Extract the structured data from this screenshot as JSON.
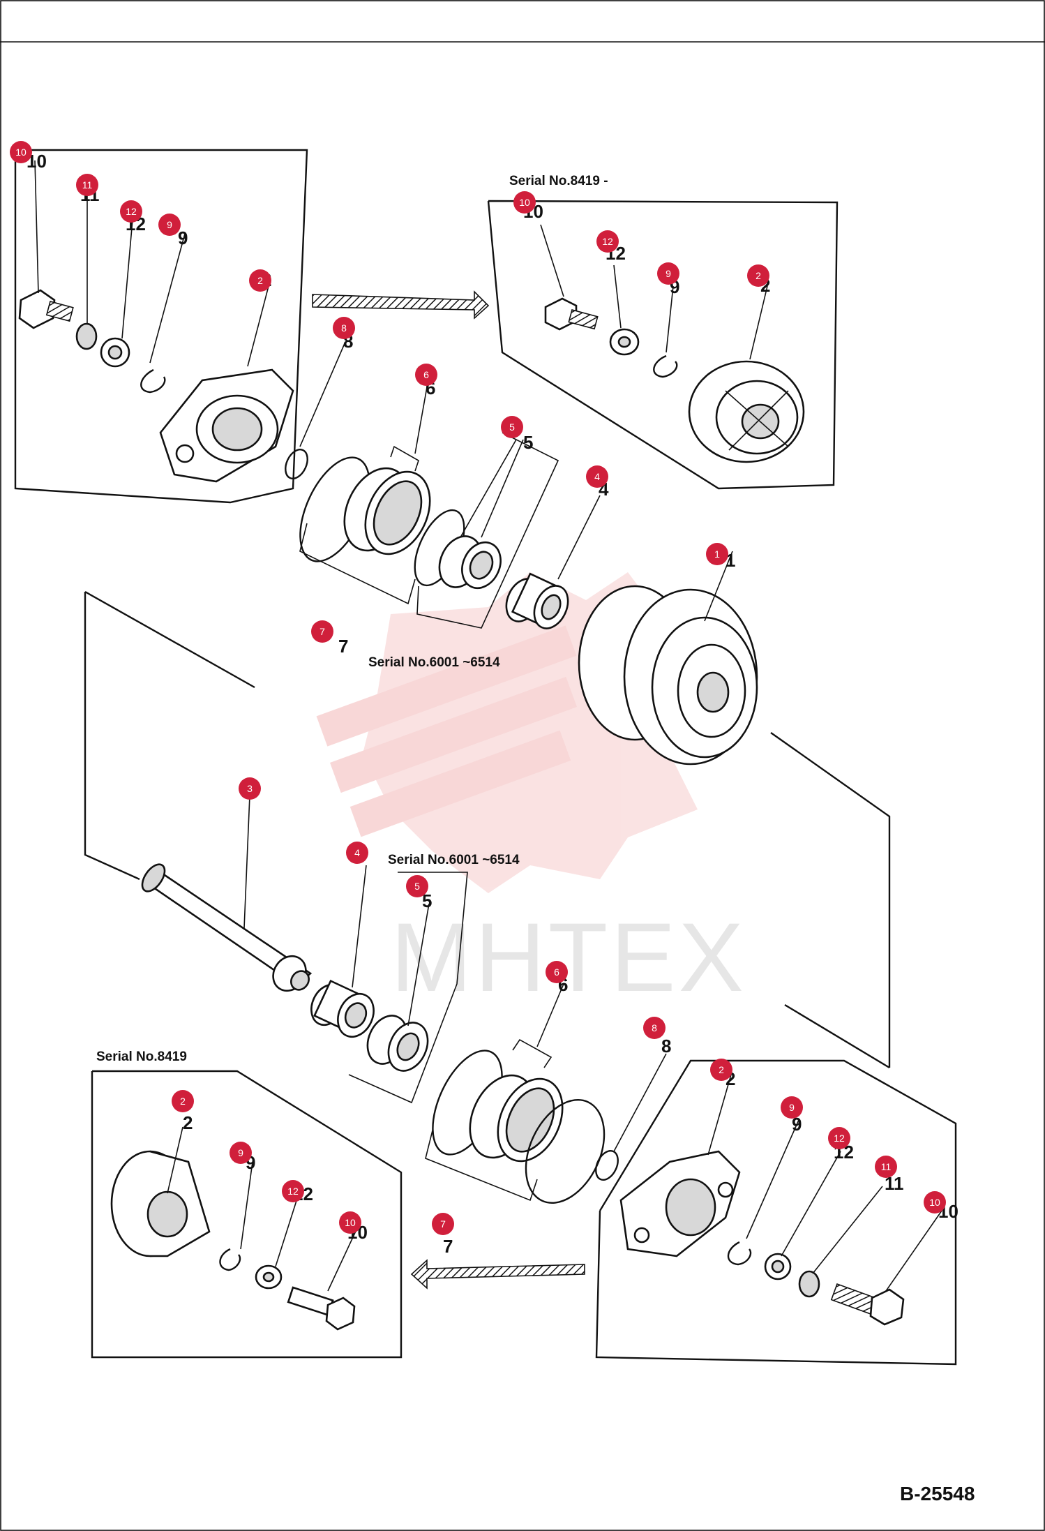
{
  "document": {
    "id": "B-25548",
    "watermark": "MHTEX"
  },
  "serial_labels": {
    "top_right_box": "Serial No.8419 -",
    "middle_left": "Serial No.6001 ~6514",
    "middle_center": "Serial No.6001 ~6514",
    "bottom_left_box": "Serial No.8419"
  },
  "callouts": [
    {
      "id": "c10a",
      "label": "10"
    },
    {
      "id": "c11a",
      "label": "11"
    },
    {
      "id": "c12a",
      "label": "12"
    },
    {
      "id": "c9a",
      "label": "9"
    },
    {
      "id": "c2a",
      "label": "2"
    },
    {
      "id": "c8a",
      "label": "8"
    },
    {
      "id": "c6a",
      "label": "6"
    },
    {
      "id": "c5a",
      "label": "5"
    },
    {
      "id": "c4a",
      "label": "4"
    },
    {
      "id": "c1",
      "label": "1"
    },
    {
      "id": "c7a",
      "label": "7"
    },
    {
      "id": "c10b",
      "label": "10"
    },
    {
      "id": "c12b",
      "label": "12"
    },
    {
      "id": "c9b",
      "label": "9"
    },
    {
      "id": "c2b",
      "label": "2"
    },
    {
      "id": "c3",
      "label": "3"
    },
    {
      "id": "c4b",
      "label": "4"
    },
    {
      "id": "c5b",
      "label": "5"
    },
    {
      "id": "c6b",
      "label": "6"
    },
    {
      "id": "c8b",
      "label": "8"
    },
    {
      "id": "c2c",
      "label": "2"
    },
    {
      "id": "c9c",
      "label": "9"
    },
    {
      "id": "c12c",
      "label": "12"
    },
    {
      "id": "c11c",
      "label": "11"
    },
    {
      "id": "c10c",
      "label": "10"
    },
    {
      "id": "c7b",
      "label": "7"
    },
    {
      "id": "c2d",
      "label": "2"
    },
    {
      "id": "c9d",
      "label": "9"
    },
    {
      "id": "c12d",
      "label": "12"
    },
    {
      "id": "c10d",
      "label": "10"
    }
  ],
  "printed_numbers": {
    "n10a": "10",
    "n11a": "11",
    "n12a": "12",
    "n9a": "9",
    "n2a": "2",
    "n10b": "10",
    "n12b": "12",
    "n9b": "9",
    "n2b": "2",
    "n8a": "8",
    "n6a": "6",
    "n5a": "5",
    "n4a": "4",
    "n1": "1",
    "n7a": "7",
    "n4b": "4",
    "n5b": "5",
    "n6b": "6",
    "n8b": "8",
    "n2c": "2",
    "n9c": "9",
    "n12c": "12",
    "n11c": "11",
    "n10c": "10",
    "n7b": "7",
    "n2d": "2",
    "n9d": "9",
    "n12d": "12",
    "n10d": "10"
  },
  "colors": {
    "callout": "#d01f3b",
    "ink": "#111111",
    "watermark": "#f3c6c6"
  }
}
